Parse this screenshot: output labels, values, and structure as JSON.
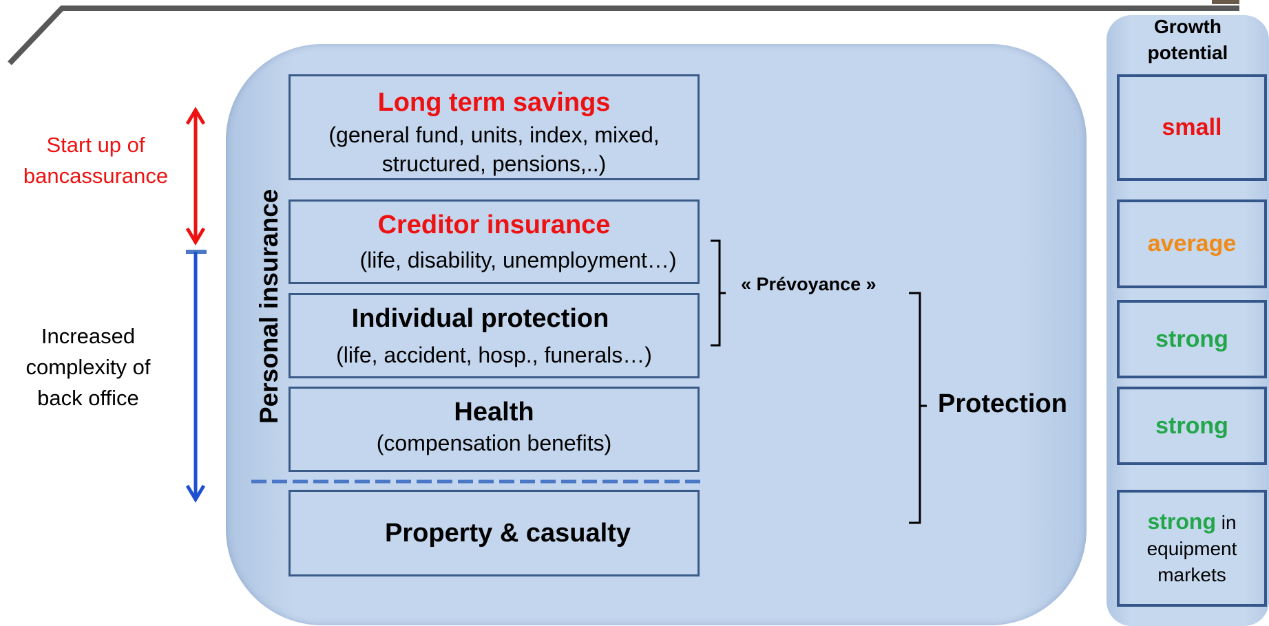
{
  "left_labels": {
    "startup": [
      "Start up of",
      "bancassurance"
    ],
    "complexity": [
      "Increased",
      "complexity of",
      "back office"
    ]
  },
  "vertical_label": "Personal insurance",
  "boxes": [
    {
      "title": "Long term savings",
      "lines": [
        "(general fund, units, index, mixed,",
        "structured, pensions,..)"
      ],
      "title_color": "#ee1111"
    },
    {
      "title": "Creditor insurance",
      "lines": [
        "(life, disability, unemployment…)"
      ],
      "title_color": "#ee1111"
    },
    {
      "title": "Individual protection",
      "lines": [
        "(life, accident, hosp., funerals…)"
      ]
    },
    {
      "title": "Health",
      "lines": [
        "(compensation benefits)"
      ]
    },
    {
      "title": "Property & casualty",
      "lines": []
    }
  ],
  "brackets": {
    "prevoyance": "« Prévoyance »",
    "protection": "Protection"
  },
  "growth": {
    "header": [
      "Growth",
      "potential"
    ],
    "items": [
      {
        "label": "small",
        "color": "#ee1111"
      },
      {
        "label": "average",
        "color": "#ef8a17"
      },
      {
        "label": "strong",
        "color": "#22a64a"
      },
      {
        "label": "strong",
        "color": "#22a64a"
      },
      {
        "label": "strong",
        "suffix": "in",
        "extra": [
          "equipment",
          "markets"
        ],
        "color": "#22a64a"
      }
    ]
  },
  "colors": {
    "arrow_red": "#ee1111",
    "arrow_blue": "#1f4fd1",
    "box_border": "#3a5a87"
  }
}
